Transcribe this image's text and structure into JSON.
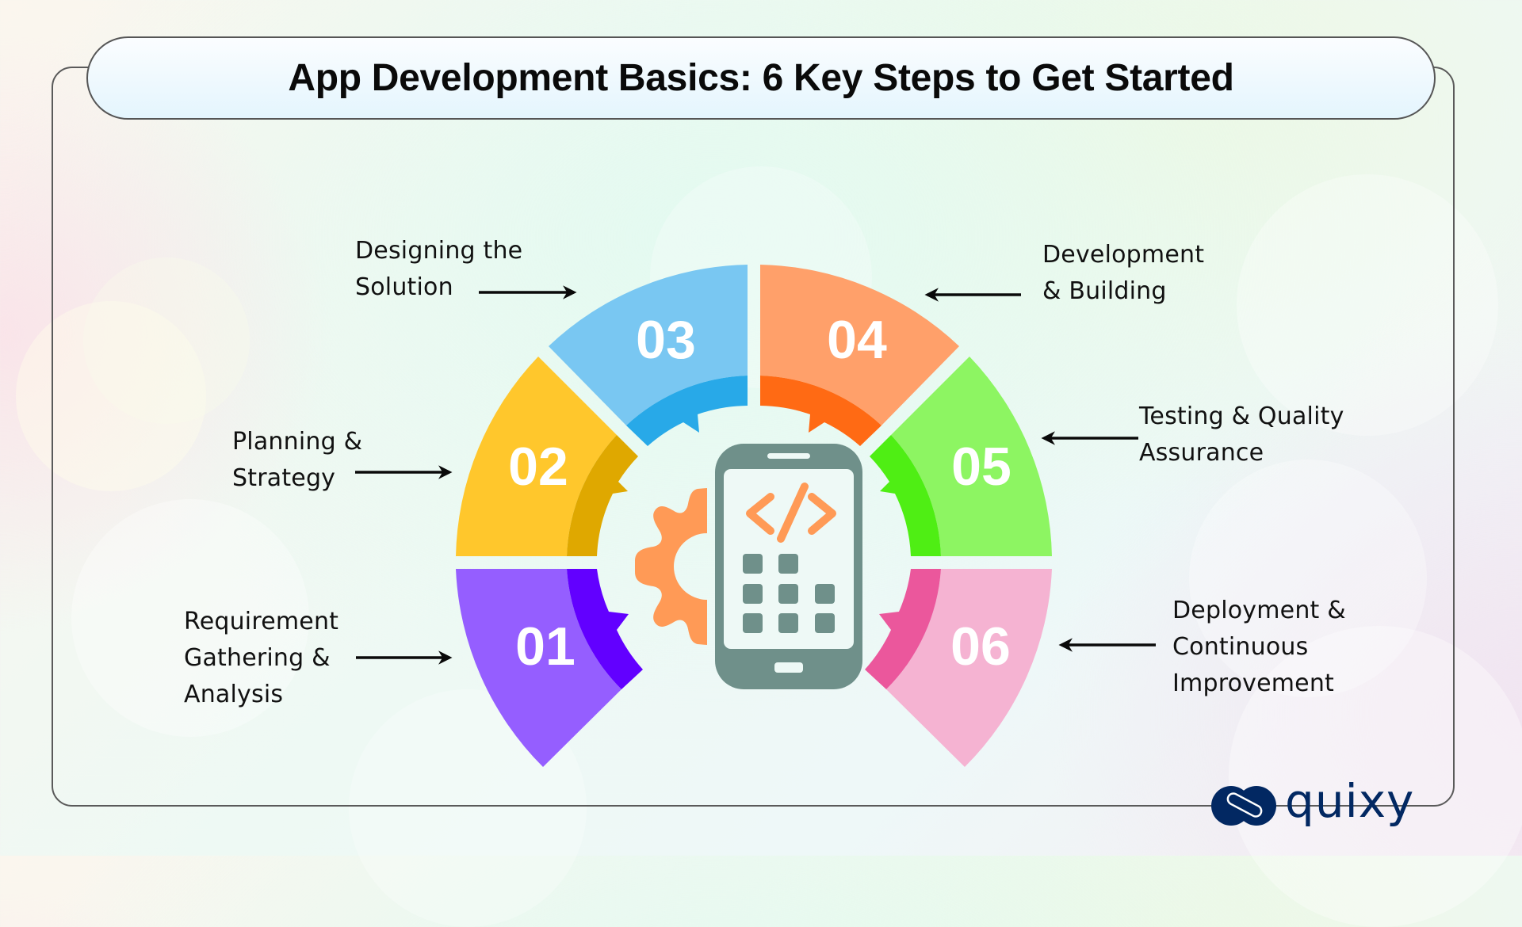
{
  "title": "App Development Basics: 6 Key Steps to Get Started",
  "steps": [
    {
      "number": "01",
      "label_lines": [
        "Requirement",
        "Gathering &",
        "Analysis"
      ],
      "color_light": "#955EFF",
      "color_dark": "#6200FF"
    },
    {
      "number": "02",
      "label_lines": [
        "Planning &",
        "Strategy"
      ],
      "color_light": "#FFC72C",
      "color_dark": "#DFA800"
    },
    {
      "number": "03",
      "label_lines": [
        "Designing the",
        "Solution"
      ],
      "color_light": "#79C7F2",
      "color_dark": "#28A9E8"
    },
    {
      "number": "04",
      "label_lines": [
        "Development",
        "& Building"
      ],
      "color_light": "#FFA06A",
      "color_dark": "#FF6A14"
    },
    {
      "number": "05",
      "label_lines": [
        "Testing & Quality",
        "Assurance"
      ],
      "color_light": "#8DF562",
      "color_dark": "#4FEE14"
    },
    {
      "number": "06",
      "label_lines": [
        "Deployment &",
        "Continuous",
        "Improvement"
      ],
      "color_light": "#F5B3D2",
      "color_dark": "#EB579C"
    }
  ],
  "center_icon": {
    "name": "mobile-phone-with-code-and-gear",
    "phone_color": "#6F908A",
    "accent_color": "#FF9A56",
    "code_glyph": "</>"
  },
  "brand": {
    "name": "quixy",
    "color": "#022862"
  }
}
